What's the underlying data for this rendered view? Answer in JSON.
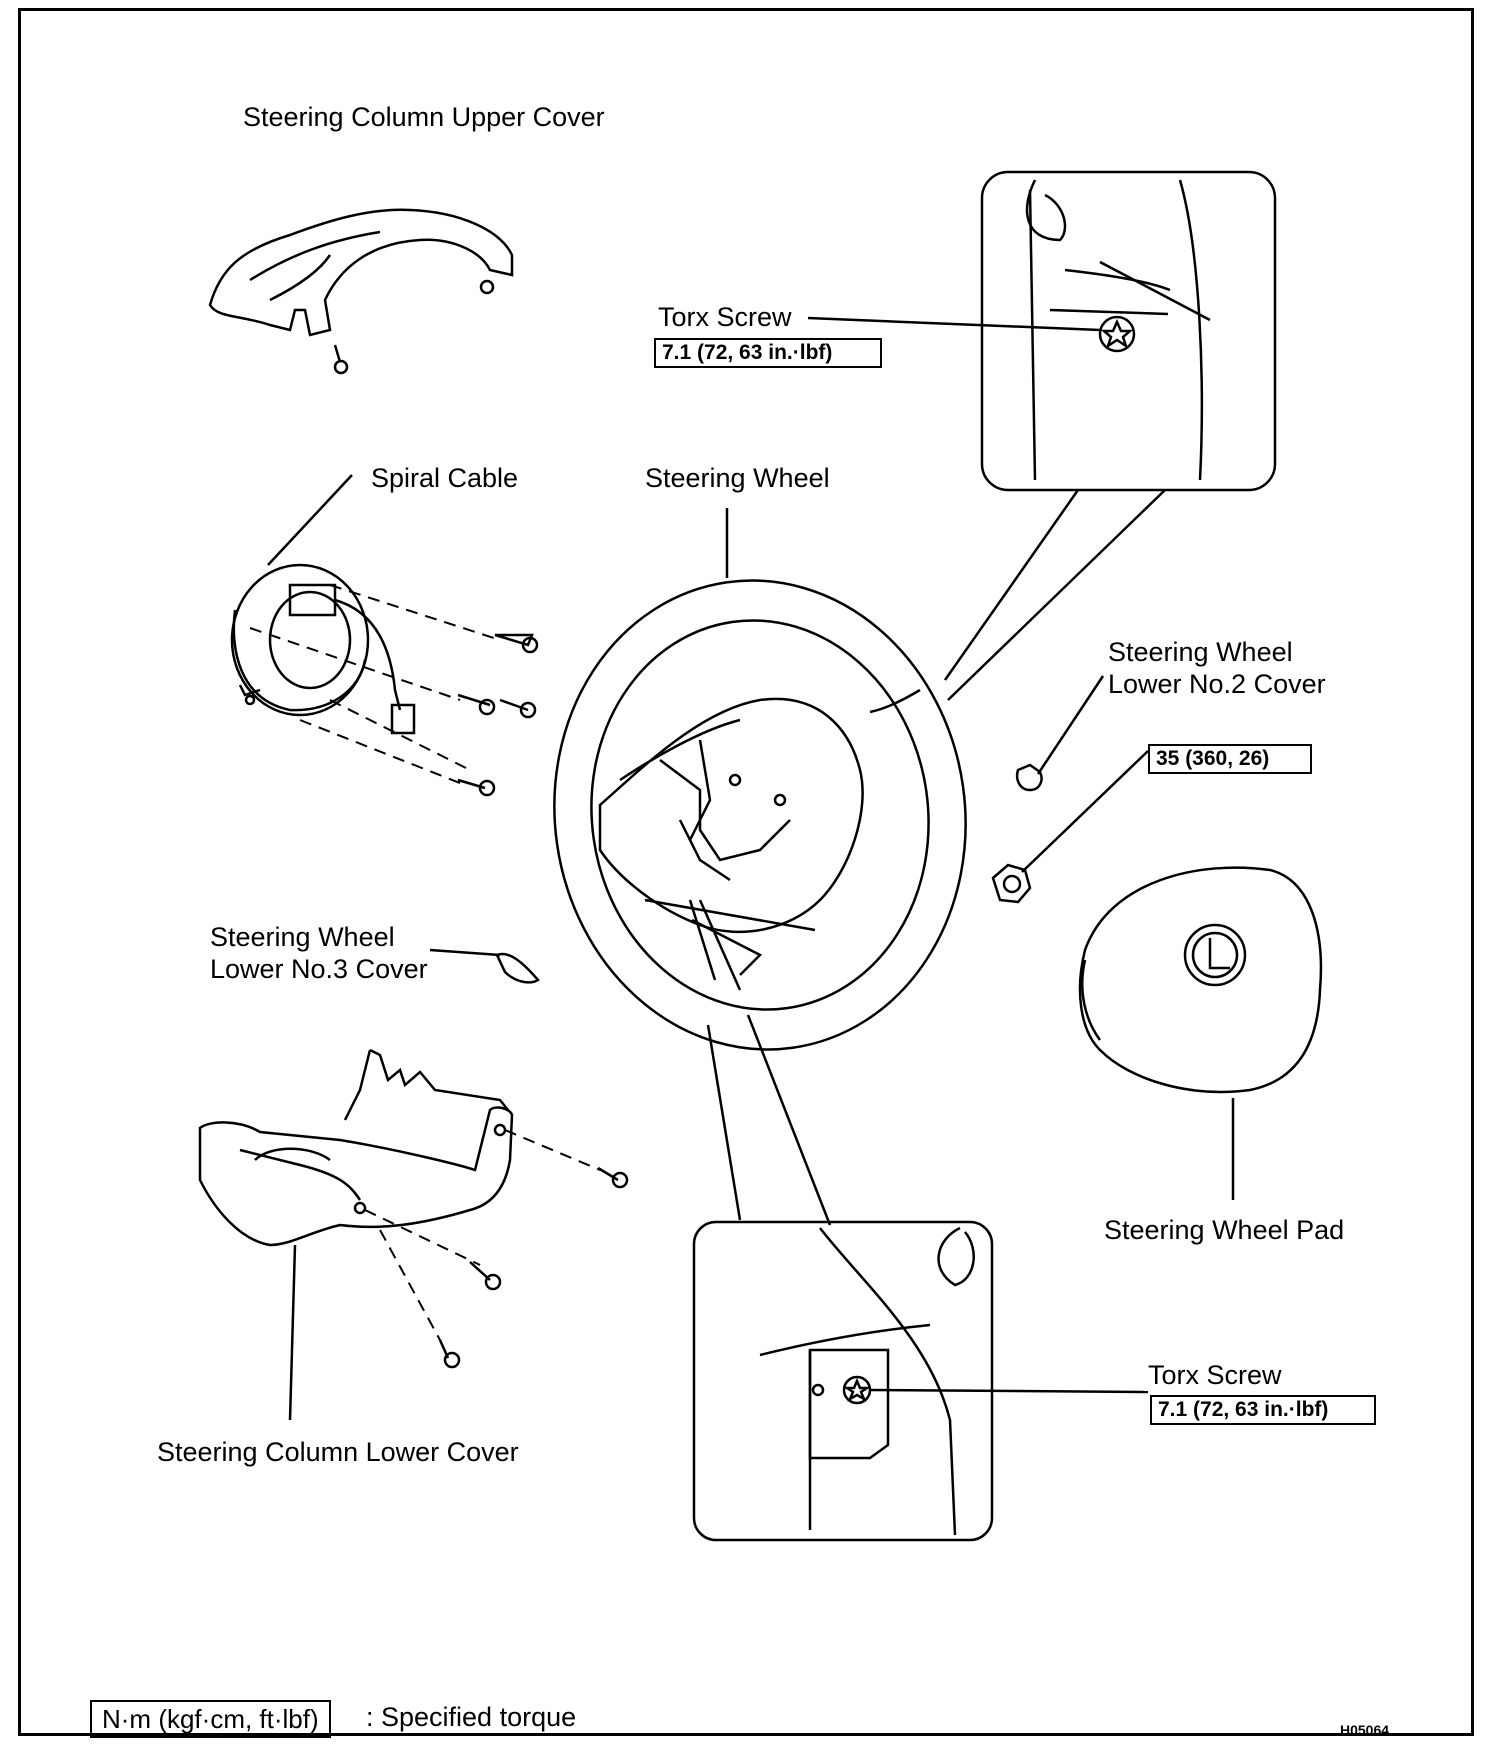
{
  "diagram": {
    "labels": {
      "steering_column_upper_cover": "Steering Column Upper Cover",
      "torx_screw_upper": "Torx Screw",
      "spiral_cable": "Spiral Cable",
      "steering_wheel": "Steering Wheel",
      "steering_wheel_lower_no2_cover_line1": "Steering Wheel",
      "steering_wheel_lower_no2_cover_line2": "Lower No.2 Cover",
      "steering_wheel_lower_no3_cover_line1": "Steering Wheel",
      "steering_wheel_lower_no3_cover_line2": "Lower No.3 Cover",
      "steering_wheel_pad": "Steering Wheel Pad",
      "torx_screw_lower": "Torx Screw",
      "steering_column_lower_cover": "Steering Column Lower Cover"
    },
    "torque_specs": {
      "upper_torx": "7.1 (72, 63 in.·lbf)",
      "nut": "35 (360, 26)",
      "lower_torx": "7.1 (72, 63 in.·lbf)"
    },
    "legend": {
      "unit_box": "N·m (kgf·cm, ft·lbf)",
      "description": ": Specified torque"
    },
    "figure_code": "H05064"
  }
}
